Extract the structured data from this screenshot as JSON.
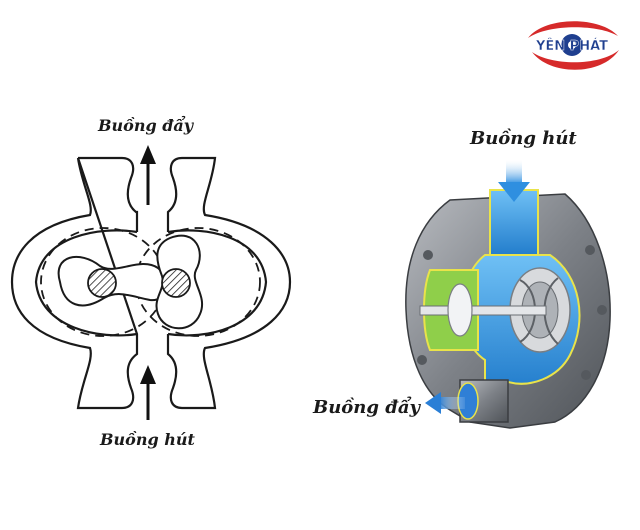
{
  "logo": {
    "text": "YÊN PHÁT",
    "colors": {
      "swoosh": "#d62a2a",
      "text": "#1f3f8f",
      "eye": "#1f3f8f"
    }
  },
  "left_diagram": {
    "top_label": "Buồng đẩy",
    "bottom_label": "Buồng hút"
  },
  "right_diagram": {
    "top_label": "Buồng hút",
    "bottom_label": "Buồng đẩy",
    "colors": {
      "housing": "#8c8f94",
      "liquid": "#2f8fe0",
      "outline": "#e9e34a",
      "arrow": "#2a7fd6"
    }
  }
}
